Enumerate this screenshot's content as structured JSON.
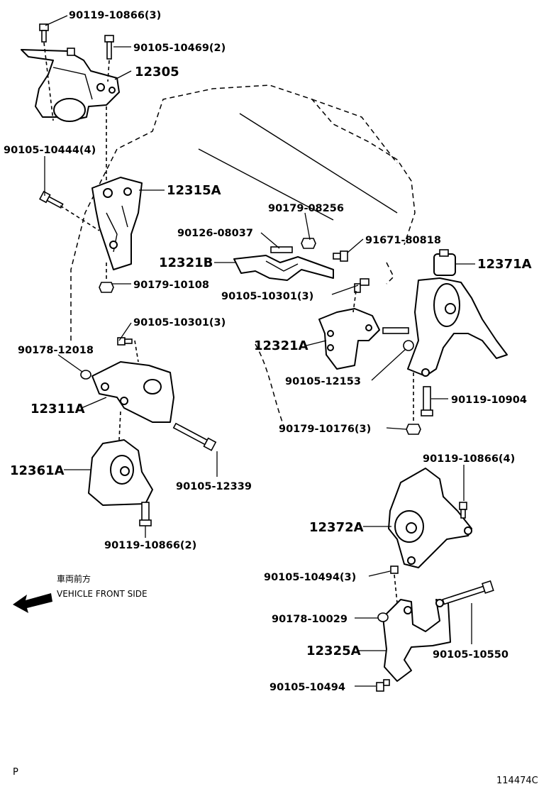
{
  "labels": {
    "p_90119_10866_3": "90119-10866(3)",
    "p_90105_10469_2": "90105-10469(2)",
    "p_12305": "12305",
    "p_90105_10444_4": "90105-10444(4)",
    "p_12315A": "12315A",
    "p_90179_08256": "90179-08256",
    "p_90126_08037": "90126-08037",
    "p_91671_80818": "91671-80818",
    "p_12321B": "12321B",
    "p_12371A": "12371A",
    "p_90179_10108": "90179-10108",
    "p_90105_10301_3a": "90105-10301(3)",
    "p_90105_10301_3b": "90105-10301(3)",
    "p_12321A": "12321A",
    "p_90178_12018": "90178-12018",
    "p_90105_12153": "90105-12153",
    "p_90119_10904": "90119-10904",
    "p_12311A": "12311A",
    "p_90179_10176_3": "90179-10176(3)",
    "p_12361A": "12361A",
    "p_90105_12339": "90105-12339",
    "p_90119_10866_4": "90119-10866(4)",
    "p_90119_10866_2": "90119-10866(2)",
    "p_12372A": "12372A",
    "p_90105_10494_3": "90105-10494(3)",
    "p_90178_10029": "90178-10029",
    "p_90105_10550": "90105-10550",
    "p_12325A": "12325A",
    "p_90105_10494": "90105-10494"
  },
  "direction": {
    "jp": "車両前方",
    "en": "VEHICLE FRONT SIDE"
  },
  "corner": {
    "left": "P",
    "right": "114474C"
  }
}
